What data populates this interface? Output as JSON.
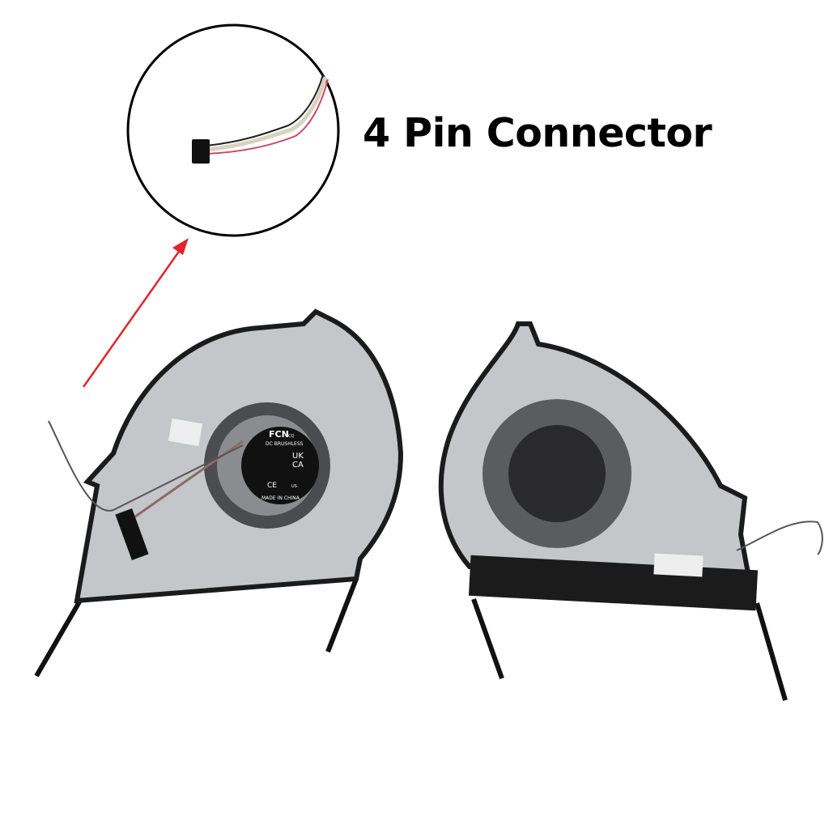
{
  "callout": {
    "title": "4 Pin Connector",
    "arrow_color": "#e0262b"
  },
  "fan_label": {
    "brand": "FCN",
    "brand_suffix": "CQ",
    "type": "DC BRUSHLESS",
    "cert_mark": "UKCA",
    "ce_mark": "CE",
    "ul_mark": "US",
    "origin": "MADE IN CHINA"
  },
  "colors": {
    "fan_body": "#c4c6c9",
    "frame": "#1b1b1b",
    "background": "#ffffff"
  }
}
